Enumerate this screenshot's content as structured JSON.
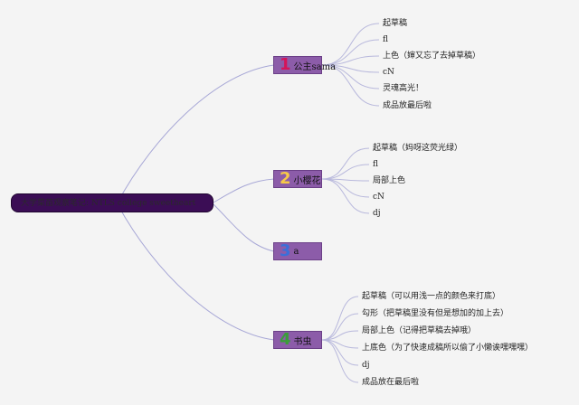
{
  "root": {
    "title": "大学菜苗观察笔记: NTLS college sweetheart"
  },
  "branches": [
    {
      "number": "1",
      "label": "公主sama",
      "number_color": "#d4145a",
      "items": [
        "起草稿",
        "fl",
        "上色（婶又忘了去掉草稿）",
        "cN",
        "灵魂高光！",
        "成品放最后啦"
      ]
    },
    {
      "number": "2",
      "label": "小樱花",
      "number_color": "#f7c948",
      "items": [
        "起草稿（妈呀这荧光绿）",
        "fl",
        "局部上色",
        "cN",
        "dj"
      ]
    },
    {
      "number": "3",
      "label": "a",
      "number_color": "#3b6fd8",
      "items": []
    },
    {
      "number": "4",
      "label": "书虫",
      "number_color": "#3a9d3a",
      "items": [
        "起草稿（可以用浅一点的颜色来打底）",
        "勾形（把草稿里没有但是想加的加上去）",
        "局部上色（记得把草稿去掉哦）",
        "上底色（为了快速成稿所以偷了小懒诶嘿嘿嘿）",
        "dj",
        "成品放在最后啦"
      ]
    }
  ]
}
